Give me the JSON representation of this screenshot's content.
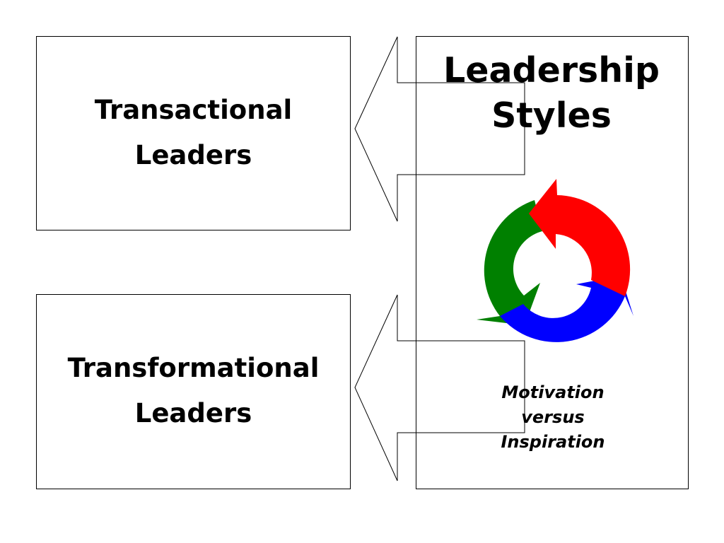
{
  "left_boxes": [
    {
      "line1": "Transactional",
      "line2": "Leaders"
    },
    {
      "line1": "Transformational",
      "line2": "Leaders"
    }
  ],
  "title": {
    "line1": "Leadership",
    "line2": "Styles"
  },
  "caption": {
    "line1": "Motivation",
    "line2": "versus",
    "line3": "Inspiration"
  },
  "cycle_icon": {
    "name": "cycle-arrows-icon",
    "colors": [
      "#ff0000",
      "#0000ff",
      "#008000"
    ]
  }
}
